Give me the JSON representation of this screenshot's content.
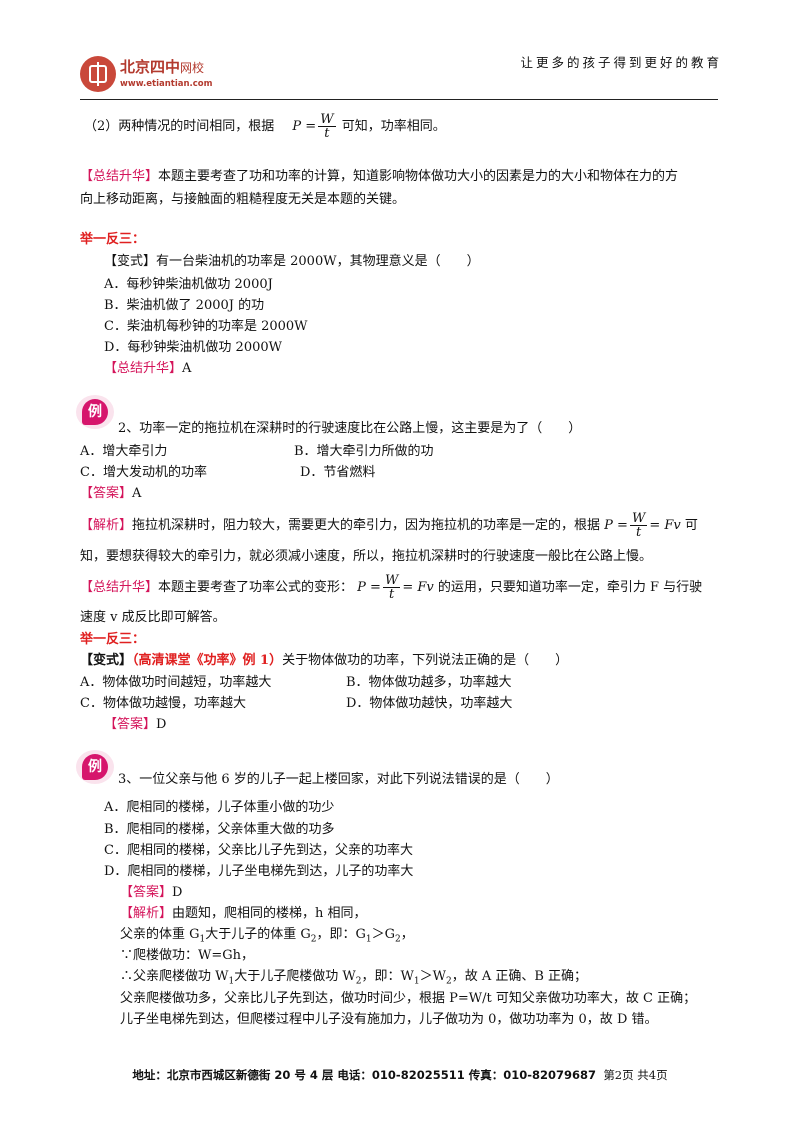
{
  "header": {
    "logo_cn": "北京四中",
    "logo_net": "网校",
    "logo_url": "www.etiantian.com",
    "slogan": "让更多的孩子得到更好的教育"
  },
  "lines": {
    "l01a": "（2）两种情况的时间相同，根据",
    "l01_formula": {
      "lhs": "P =",
      "num": "W",
      "den": "t"
    },
    "l01b": "可知，功率相同。",
    "l02_tag": "【总结升华】",
    "l02": "本题主要考查了功和功率的计算，知道影响物体做功大小的因素是力的大小和物体在力的方",
    "l03": "向上移动距离，与接触面的粗糙程度无关是本题的关键。",
    "l04": "举一反三：",
    "l05": "【变式】有一台柴油机的功率是 2000W，其物理意义是（　　）",
    "l06": "A．每秒钟柴油机做功 2000J",
    "l07": "B．柴油机做了 2000J 的功",
    "l08": "C．柴油机每秒钟的功率是 2000W",
    "l09": "D．每秒钟柴油机做功 2000W",
    "l10_tag": "【总结升华】",
    "l10": "A",
    "badge": "例",
    "l11": "2、功率一定的拖拉机在深耕时的行驶速度比在公路上慢，这主要是为了（　　）",
    "l12a": "A．增大牵引力",
    "l12b": "B．增大牵引力所做的功",
    "l13a": "C．增大发动机的功率",
    "l13b": "D．节省燃料",
    "l14_tag": "【答案】",
    "l14": "A",
    "l15_tag": "【解析】",
    "l15a": "拖拉机深耕时，阻力较大，需要更大的牵引力，因为拖拉机的功率是一定的，根据",
    "l15_formula": {
      "lhs": "P =",
      "num": "W",
      "den": "t",
      "rhs": "= Fv"
    },
    "l15b": "可",
    "l16": "知，要想获得较大的牵引力，就必须减小速度，所以，拖拉机深耕时的行驶速度一般比在公路上慢。",
    "l17_tag": "【总结升华】",
    "l17a": "本题主要考查了功率公式的变形：",
    "l17_formula": {
      "lhs": "P =",
      "num": "W",
      "den": "t",
      "rhs": "= Fv"
    },
    "l17b": "的运用，只要知道功率一定，牵引力 F 与行驶",
    "l18": "速度 v 成反比即可解答。",
    "l19": "举一反三：",
    "l20a": "【变式】",
    "l20b": "（高清课堂《功率》例 1）",
    "l20c": "关于物体做功的功率，下列说法正确的是（　　）",
    "l21a": "A．物体做功时间越短，功率越大",
    "l21b": "B．物体做功越多，功率越大",
    "l22a": "C．物体做功越慢，功率越大",
    "l22b": "D．物体做功越快，功率越大",
    "l23_tag": "【答案】",
    "l23": "D",
    "l24": "3、一位父亲与他 6 岁的儿子一起上楼回家，对此下列说法错误的是（　　）",
    "l25": "A．爬相同的楼梯，儿子体重小做的功少",
    "l26": "B．爬相同的楼梯，父亲体重大做的功多",
    "l27": "C．爬相同的楼梯，父亲比儿子先到达，父亲的功率大",
    "l28": "D．爬相同的楼梯，儿子坐电梯先到达，儿子的功率大",
    "l29_tag": "【答案】",
    "l29": "D",
    "l30_tag": "【解析】",
    "l30": "由题知，爬相同的楼梯，h 相同，",
    "l31a": "父亲的体重 G",
    "l31b": "大于儿子的体重 G",
    "l31c": "，即：G",
    "l31d": "＞G",
    "l31e": "，",
    "l32": "∵爬楼做功：W=Gh，",
    "l33a": "∴父亲爬楼做功 W",
    "l33b": "大于儿子爬楼做功 W",
    "l33c": "，即：W",
    "l33d": "＞W",
    "l33e": "，故 A 正确、B 正确；",
    "l34": "父亲爬楼做功多，父亲比儿子先到达，做功时间少，根据 P=W/t 可知父亲做功功率大，故 C 正确；",
    "l35": "儿子坐电梯先到达，但爬楼过程中儿子没有施加力，儿子做功为 0，做功功率为 0，故 D 错。",
    "sub1": "1",
    "sub2": "2"
  },
  "footer": {
    "address": "地址：北京市西城区新德街 20 号 4 层  电话：010-82025511  传真：010-82079687",
    "page": "第2页  共4页"
  }
}
